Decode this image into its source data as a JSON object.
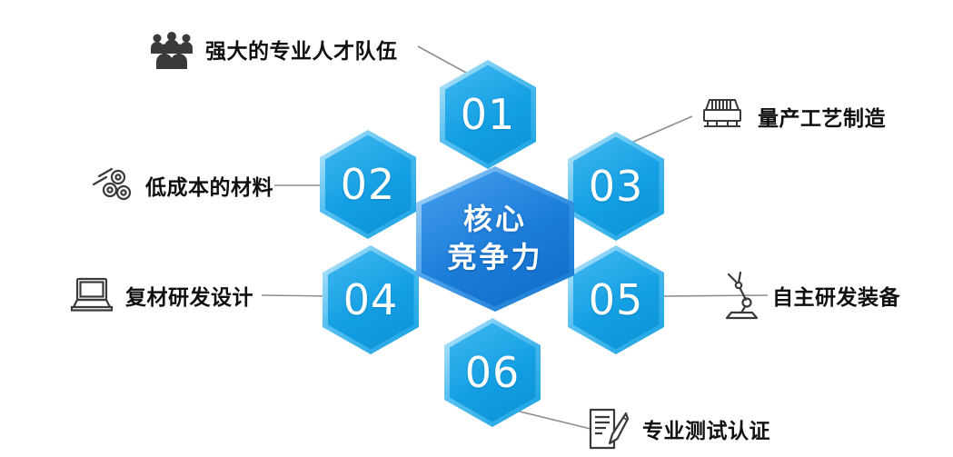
{
  "center": {
    "line1": "核心",
    "line2": "竞争力"
  },
  "items": [
    {
      "id": "01",
      "label": "强大的专业人才队伍",
      "icon": "team-icon"
    },
    {
      "id": "02",
      "label": "低成本的材料",
      "icon": "material-rolls-icon"
    },
    {
      "id": "03",
      "label": "量产工艺制造",
      "icon": "production-machine-icon"
    },
    {
      "id": "04",
      "label": "复材研发设计",
      "icon": "laptop-icon"
    },
    {
      "id": "05",
      "label": "自主研发装备",
      "icon": "robot-arm-icon"
    },
    {
      "id": "06",
      "label": "专业测试认证",
      "icon": "test-document-icon"
    }
  ],
  "colors": {
    "hex_fill": "#14a3e4",
    "hex_center_fill": "#1478d6",
    "number_text": "#ffffff",
    "label_text": "#101010",
    "connector": "#8d8d8d",
    "icon": "#3a3a3a"
  }
}
